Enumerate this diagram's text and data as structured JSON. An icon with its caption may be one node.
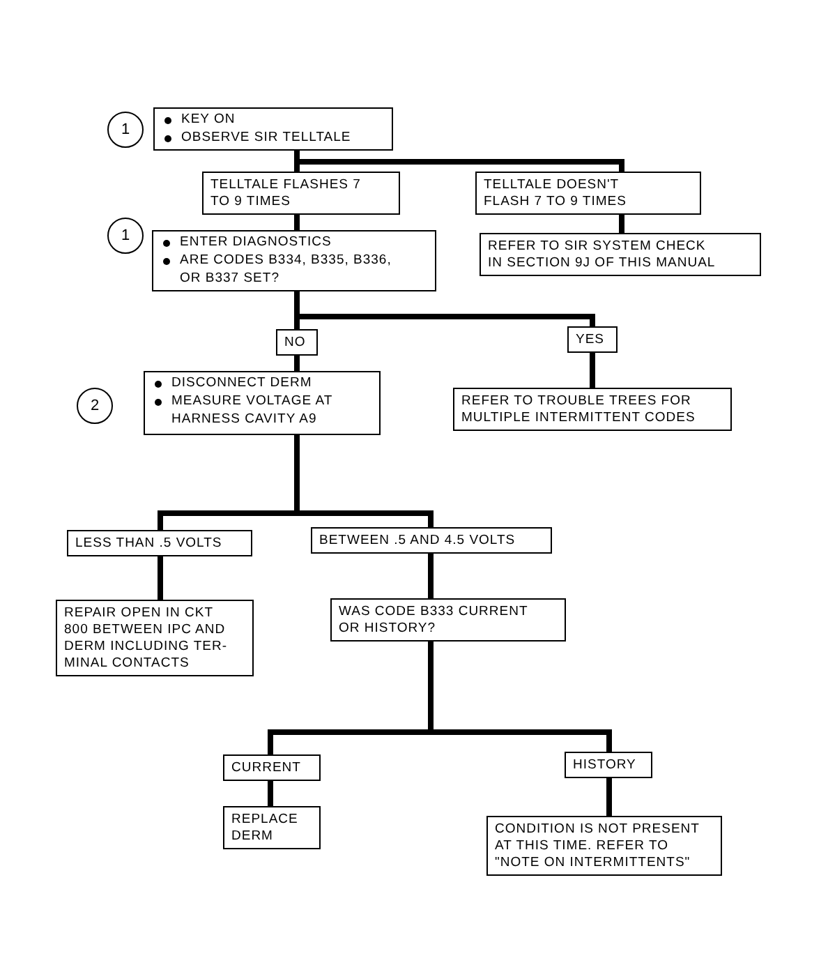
{
  "diagram": {
    "nodes": [
      {
        "text": [
          "1"
        ]
      },
      {
        "text": [
          "KEY ON",
          "OBSERVE SIR TELLTALE"
        ]
      },
      {
        "text": [
          "TELLTALE FLASHES 7 TO 9 TIMES"
        ]
      },
      {
        "text": [
          "TELLTALE DOESN'T FLASH 7 TO 9 TIMES"
        ]
      },
      {
        "text": [
          "1"
        ]
      },
      {
        "text": [
          "ENTER DIAGNOSTICS",
          "ARE CODES B334, B335, B336, OR B337 SET?"
        ]
      },
      {
        "text": [
          "REFER TO SIR SYSTEM CHECK IN SECTION 9J OF THIS MANUAL"
        ]
      },
      {
        "text": [
          "NO"
        ]
      },
      {
        "text": [
          "YES"
        ]
      },
      {
        "text": [
          "2"
        ]
      },
      {
        "text": [
          "DISCONNECT DERM",
          "MEASURE VOLTAGE AT HARNESS CAVITY A9"
        ]
      },
      {
        "text": [
          "REFER TO TROUBLE TREES FOR MULTIPLE INTERMITTENT CODES"
        ]
      },
      {
        "text": [
          "LESS THAN .5 VOLTS"
        ]
      },
      {
        "text": [
          "BETWEEN .5 AND 4.5 VOLTS"
        ]
      },
      {
        "text": [
          "REPAIR OPEN IN CKT 800 BETWEEN IPC AND DERM INCLUDING TER- MINAL CONTACTS"
        ]
      },
      {
        "text": [
          "WAS CODE B333 CURRENT OR HISTORY?"
        ]
      },
      {
        "text": [
          "CURRENT"
        ]
      },
      {
        "text": [
          "HISTORY"
        ]
      },
      {
        "text": [
          "REPLACE DERM"
        ]
      },
      {
        "text": [
          "CONDITION IS NOT PRESENT AT THIS TIME. REFER TO \"NOTE ON INTERMITTENTS\""
        ]
      }
    ],
    "edges": [
      {
        "from": 1,
        "to": 2,
        "arrow": "none"
      },
      {
        "from": 1,
        "to": 3,
        "arrow": "none"
      },
      {
        "from": 2,
        "to": 5,
        "arrow": "none"
      },
      {
        "from": 3,
        "to": 6,
        "arrow": "none"
      },
      {
        "from": 5,
        "to": 7,
        "arrow": "none"
      },
      {
        "from": 5,
        "to": 8,
        "arrow": "none"
      },
      {
        "from": 7,
        "to": 10,
        "arrow": "none"
      },
      {
        "from": 8,
        "to": 11,
        "arrow": "none"
      },
      {
        "from": 10,
        "to": 12,
        "arrow": "none"
      },
      {
        "from": 10,
        "to": 13,
        "arrow": "none"
      },
      {
        "from": 12,
        "to": 14,
        "arrow": "none"
      },
      {
        "from": 13,
        "to": 15,
        "arrow": "none"
      },
      {
        "from": 15,
        "to": 16,
        "arrow": "none"
      },
      {
        "from": 15,
        "to": 17,
        "arrow": "none"
      },
      {
        "from": 16,
        "to": 18,
        "arrow": "none"
      },
      {
        "from": 17,
        "to": 19,
        "arrow": "none"
      }
    ]
  }
}
